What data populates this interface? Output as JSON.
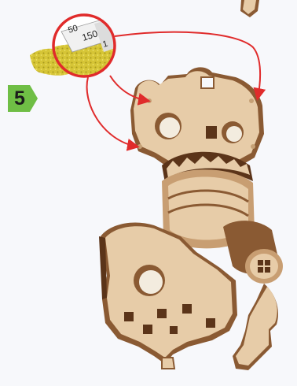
{
  "step": {
    "number": "5"
  },
  "sandpaper_callout": {
    "grit_label": "150",
    "grit_label_partial_left": "50",
    "grit_label_partial_right": "1"
  },
  "colors": {
    "background": "#f7f8fb",
    "step_badge_green": "#6fbe45",
    "arrow_red": "#e02b2b",
    "plywood_face": "#e7cca8",
    "plywood_edge": "#8a5a33",
    "plywood_dark": "#5b3419",
    "sandpaper_yellow": "#d6c536",
    "sandpaper_backing": "#f1f1f1"
  },
  "icons": {
    "callout": "sandpaper-icon",
    "step": "step-badge-icon"
  }
}
